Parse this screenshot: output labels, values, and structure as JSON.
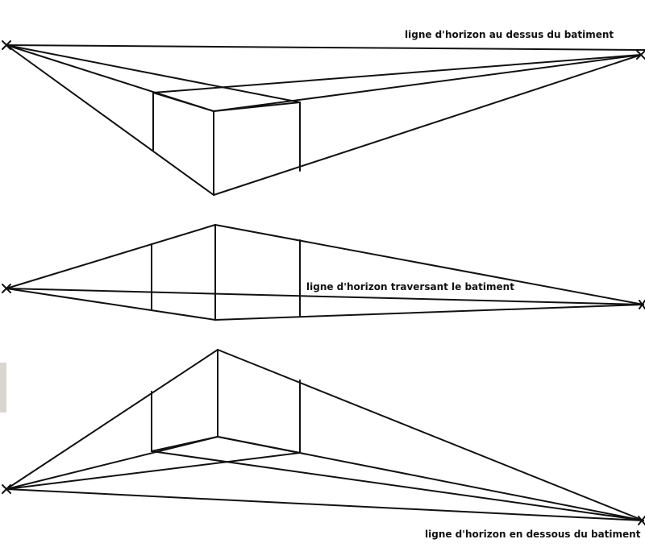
{
  "figures": [
    {
      "name": "above-building",
      "label": "ligne d'horizon au dessus du batiment"
    },
    {
      "name": "through-building",
      "label": "ligne d'horizon traversant le batiment"
    },
    {
      "name": "below-building",
      "label": "ligne d'horizon en dessous du batiment"
    }
  ],
  "colors": {
    "ink": "#111111",
    "paper": "#ffffff",
    "margin_mark": "#d9d6d0"
  }
}
